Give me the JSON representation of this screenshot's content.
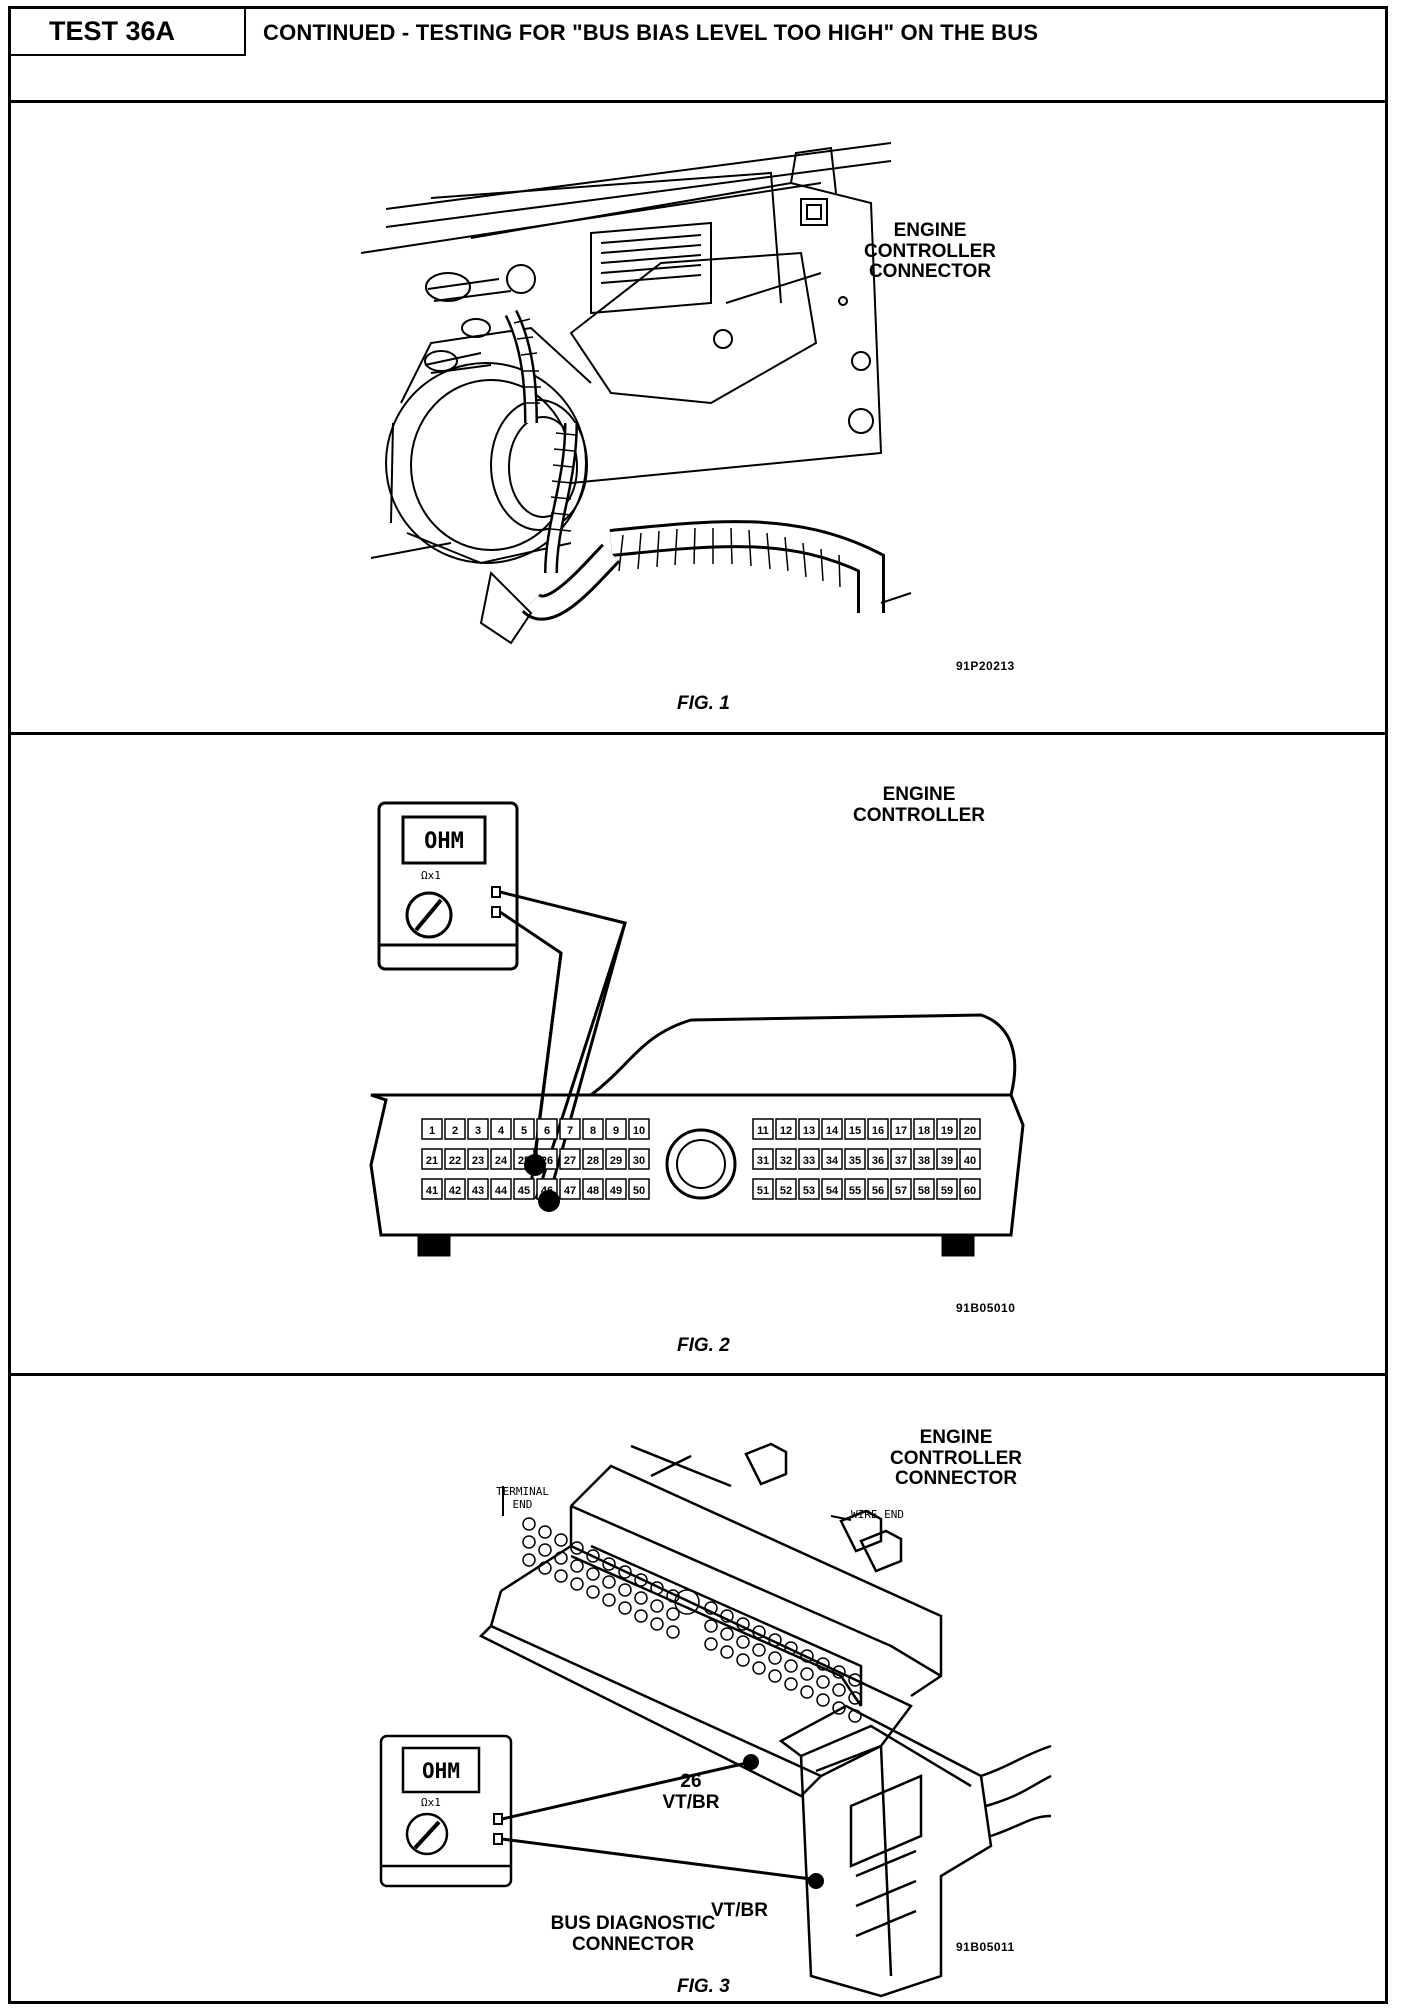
{
  "header": {
    "test_id": "TEST 36A",
    "title": "CONTINUED - TESTING FOR \"BUS BIAS LEVEL TOO HIGH\" ON THE BUS"
  },
  "fig1": {
    "label": "ENGINE\nCONTROLLER\nCONNECTOR",
    "code": "91P20213",
    "caption": "FIG. 1"
  },
  "fig2": {
    "label": "ENGINE\nCONTROLLER",
    "meter_display": "OHM",
    "meter_range": "Ωx1",
    "code": "91B05010",
    "caption": "FIG. 2",
    "pins_left": [
      [
        "1",
        "2",
        "3",
        "4",
        "5",
        "6",
        "7",
        "8",
        "9",
        "10"
      ],
      [
        "21",
        "22",
        "23",
        "24",
        "25",
        "26",
        "27",
        "28",
        "29",
        "30"
      ],
      [
        "41",
        "42",
        "43",
        "44",
        "45",
        "46",
        "47",
        "48",
        "49",
        "50"
      ]
    ],
    "pins_right": [
      [
        "11",
        "12",
        "13",
        "14",
        "15",
        "16",
        "17",
        "18",
        "19",
        "20"
      ],
      [
        "31",
        "32",
        "33",
        "34",
        "35",
        "36",
        "37",
        "38",
        "39",
        "40"
      ],
      [
        "51",
        "52",
        "53",
        "54",
        "55",
        "56",
        "57",
        "58",
        "59",
        "60"
      ]
    ],
    "probed_pins": [
      "26",
      "46"
    ]
  },
  "fig3": {
    "label_connector": "ENGINE\nCONTROLLER\nCONNECTOR",
    "terminal_end": "TERMINAL\nEND",
    "wire_end": "WIRE END",
    "meter_display": "OHM",
    "meter_range": "Ωx1",
    "pin_label": "26\nVT/BR",
    "wire_label": "VT/BR",
    "bus_label": "BUS DIAGNOSTIC\nCONNECTOR",
    "code": "91B05011",
    "caption": "FIG. 3"
  }
}
